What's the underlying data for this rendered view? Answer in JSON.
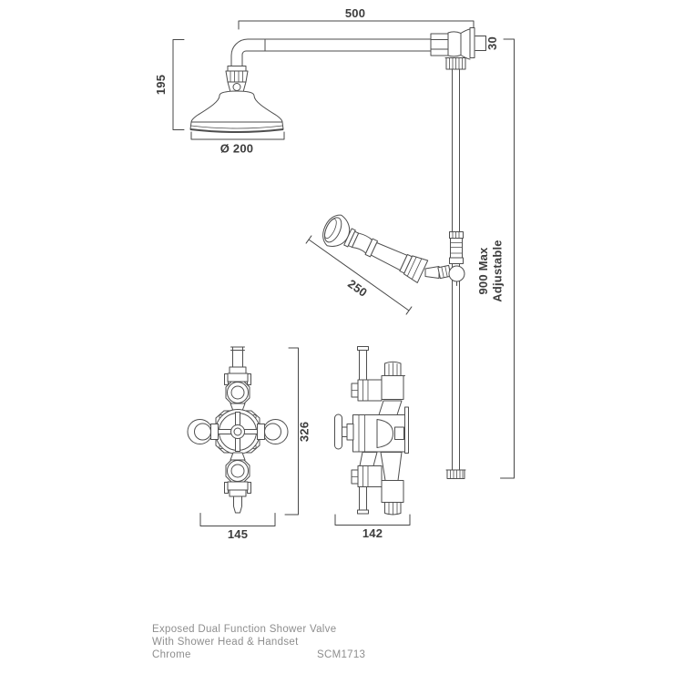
{
  "dimensions": {
    "arm_length": "500",
    "wall_fitting_height": "30",
    "head_drop": "195",
    "head_diameter": "Ø 200",
    "handset_length": "250",
    "riser_max_line1": "900 Max",
    "riser_max_line2": "Adjustable",
    "valve_height": "326",
    "valve_width_front": "145",
    "valve_depth_side": "142"
  },
  "footer": {
    "product_line1": "Exposed Dual Function Shower Valve",
    "product_line2": "With Shower Head & Handset",
    "finish": "Chrome",
    "code": "SCM1713"
  },
  "colors": {
    "line": "#4e4e4e",
    "dimension_text": "#3d3d3d",
    "footer_text": "#8e8e8e",
    "background": "#ffffff"
  }
}
